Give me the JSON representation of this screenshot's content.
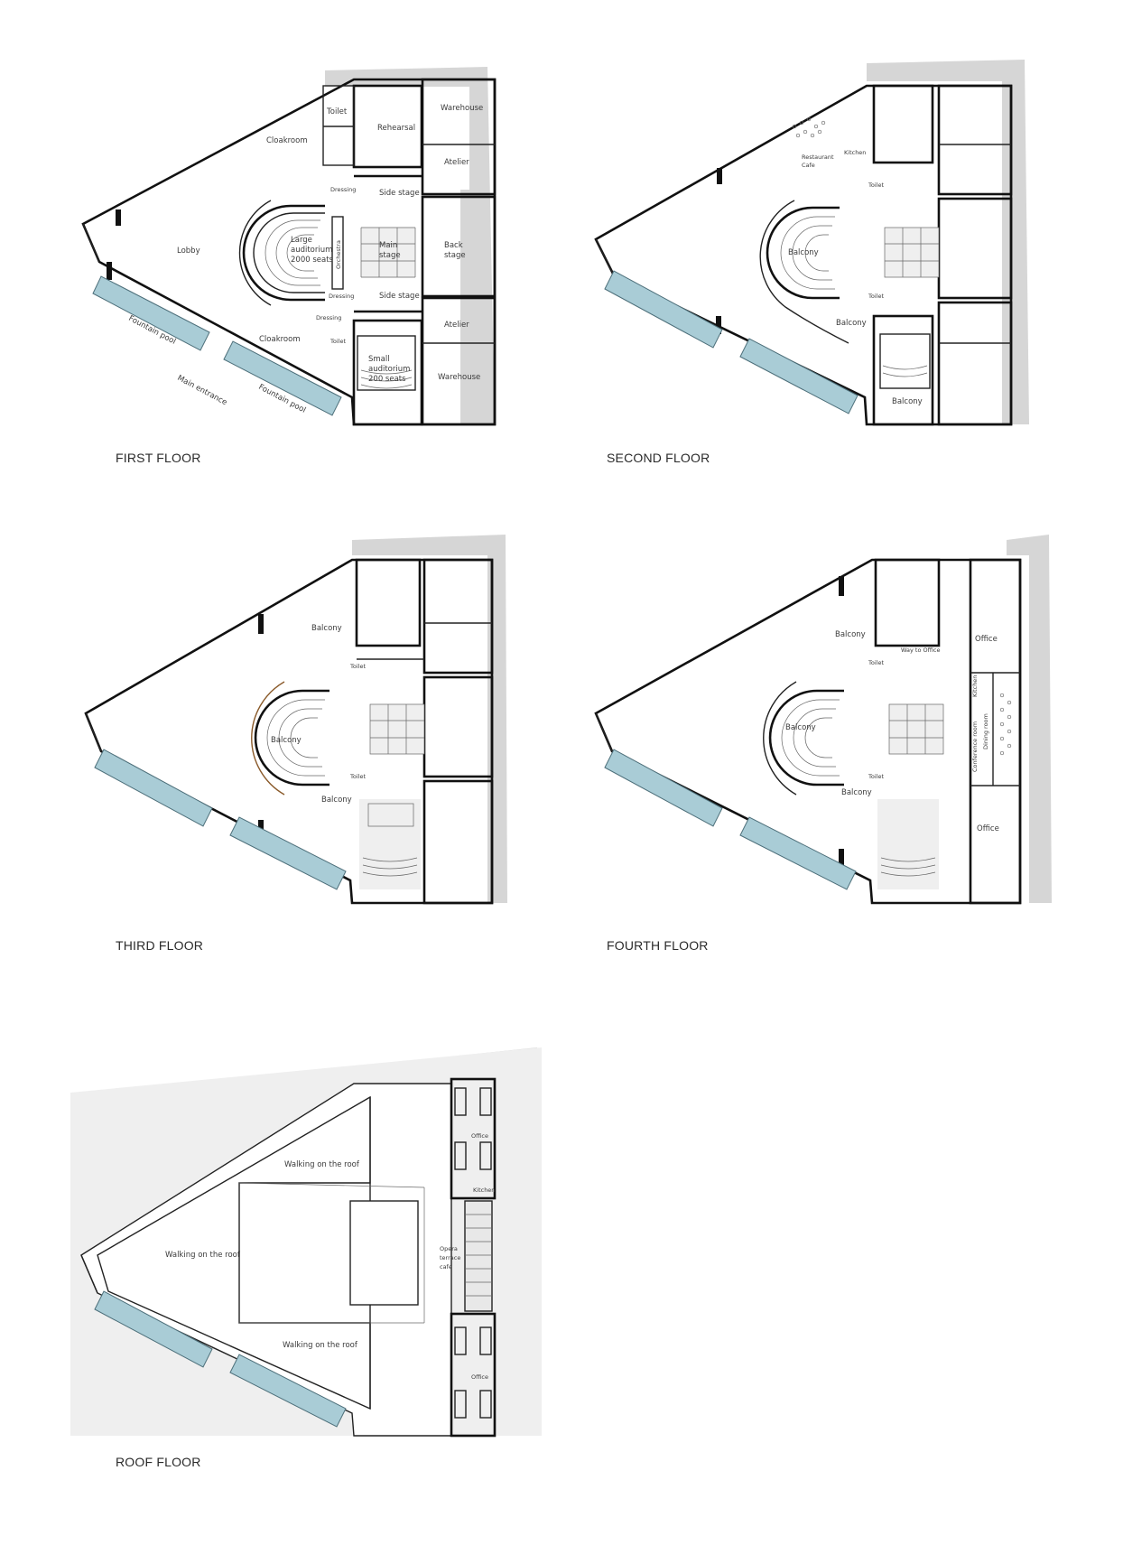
{
  "floors": [
    {
      "title": "FIRST FLOOR",
      "rooms": {
        "toilet_top": "Toilet",
        "rehearsal": "Rehearsal",
        "warehouse_top": "Warehouse",
        "cloakroom_top": "Cloakroom",
        "atelier_top": "Atelier",
        "dressing_top": "Dressing",
        "side_stage_top": "Side stage",
        "lobby": "Lobby",
        "large_auditorium": [
          "Large",
          "auditorium",
          "2000 seats"
        ],
        "orchestra": "Orchestra",
        "main_stage": [
          "Main",
          "stage"
        ],
        "back_stage": [
          "Back",
          "stage"
        ],
        "dressing_bottom": "Dressing",
        "side_stage_bottom": "Side stage",
        "atelier_bottom": "Atelier",
        "dressing_small": "Dressing",
        "fountain_pool_left": "Fountain pool",
        "cloakroom_bottom": "Cloakroom",
        "toilet_bottom": "Toilet",
        "small_auditorium": [
          "Small",
          "auditorium",
          "200 seats"
        ],
        "warehouse_bottom": "Warehouse",
        "main_entrance": "Main entrance",
        "fountain_pool_right": "Fountain pool"
      }
    },
    {
      "title": "SECOND FLOOR",
      "rooms": {
        "restaurant": [
          "Restaurant",
          "Cafe"
        ],
        "kitchen": "Kitchen",
        "toilet_top": "Toilet",
        "balcony_main": "Balcony",
        "toilet_bottom": "Toilet",
        "balcony_lower": "Balcony",
        "balcony_small": "Balcony"
      }
    },
    {
      "title": "THIRD FLOOR",
      "rooms": {
        "balcony_top": "Balcony",
        "toilet_top": "Toilet",
        "balcony_main": "Balcony",
        "toilet_bottom": "Toilet",
        "balcony_bottom": "Balcony"
      }
    },
    {
      "title": "FOURTH FLOOR",
      "rooms": {
        "balcony_top": "Balcony",
        "way_to_office": "Way to Office",
        "office_top": "Office",
        "toilet_top": "Toilet",
        "kitchen": "Kitchen",
        "balcony_main": "Balcony",
        "conference_room": "Conference room",
        "dining_room": "Dining room",
        "toilet_bottom": "Toilet",
        "balcony_bottom": "Balcony",
        "office_bottom": "Office"
      }
    },
    {
      "title": "ROOF FLOOR",
      "rooms": {
        "office_top": "Office",
        "walk_top": "Walking on the roof",
        "kitchen": "Kitchen",
        "walk_left": "Walking on the roof",
        "opera_cafe": [
          "Opera",
          "terrace",
          "cafe"
        ],
        "walk_bottom": "Walking on the roof",
        "office_bottom": "Office"
      }
    }
  ]
}
